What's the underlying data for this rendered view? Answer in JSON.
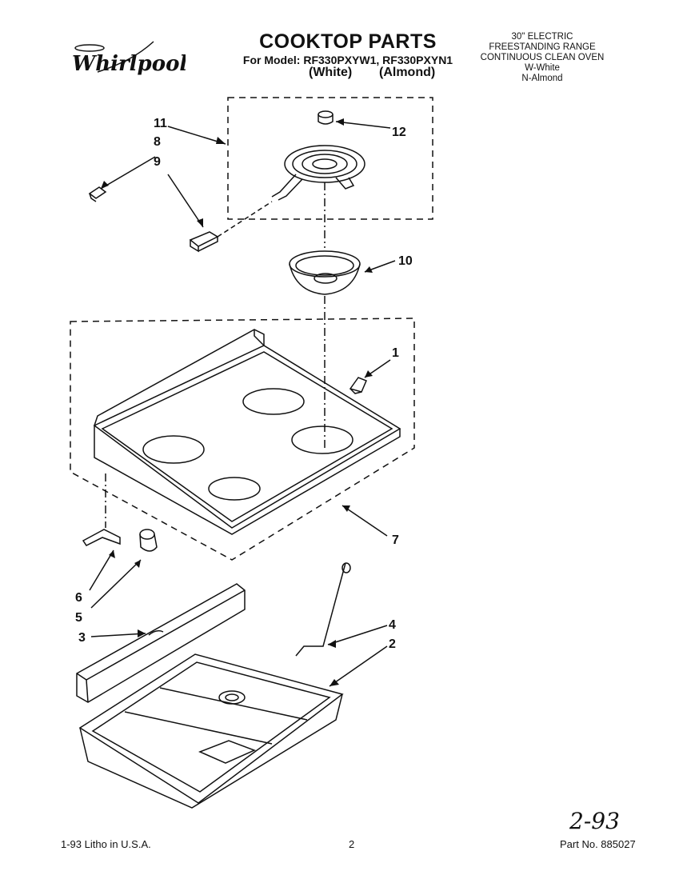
{
  "header": {
    "brand": "Whirlpool",
    "title": "COOKTOP PARTS",
    "model_line": "For Model: RF330PXYW1, RF330PXYN1",
    "variant_white": "(White)",
    "variant_almond": "(Almond)"
  },
  "spec_box": {
    "lines": [
      "30\" ELECTRIC",
      "FREESTANDING RANGE",
      "CONTINUOUS CLEAN OVEN",
      "W-White",
      "N-Almond"
    ]
  },
  "callouts": [
    "1",
    "2",
    "3",
    "4",
    "5",
    "6",
    "7",
    "8",
    "9",
    "10",
    "11",
    "12"
  ],
  "footer": {
    "print_info": "1-93 Litho in U.S.A.",
    "page_number": "2",
    "handwritten_date": "2-93",
    "part_number": "Part No. 885027"
  }
}
